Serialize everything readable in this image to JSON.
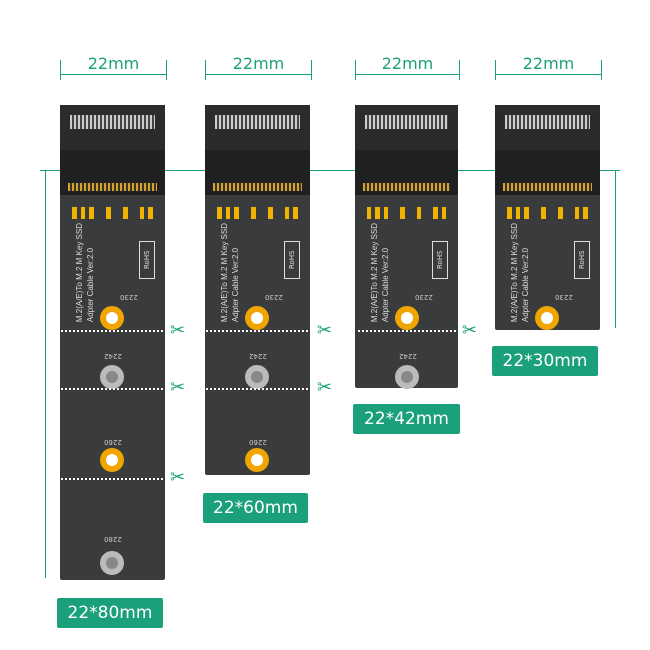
{
  "width_label": "22mm",
  "board_text": {
    "line1": "M.2(A/E)To  M.2  M  Key  SSD",
    "line2": "Adpter  Cable  Ver:2.0",
    "rohs": "RoHS"
  },
  "hole_labels": {
    "h2230": "2230",
    "h2242": "2242",
    "h2260": "2260",
    "h2280": "2280"
  },
  "sizes": [
    "22*80mm",
    "22*60mm",
    "22*42mm",
    "22*30mm"
  ],
  "accent": "#1aa07a",
  "icons": [
    "scissors-icon",
    "recycle-bin-icon"
  ]
}
